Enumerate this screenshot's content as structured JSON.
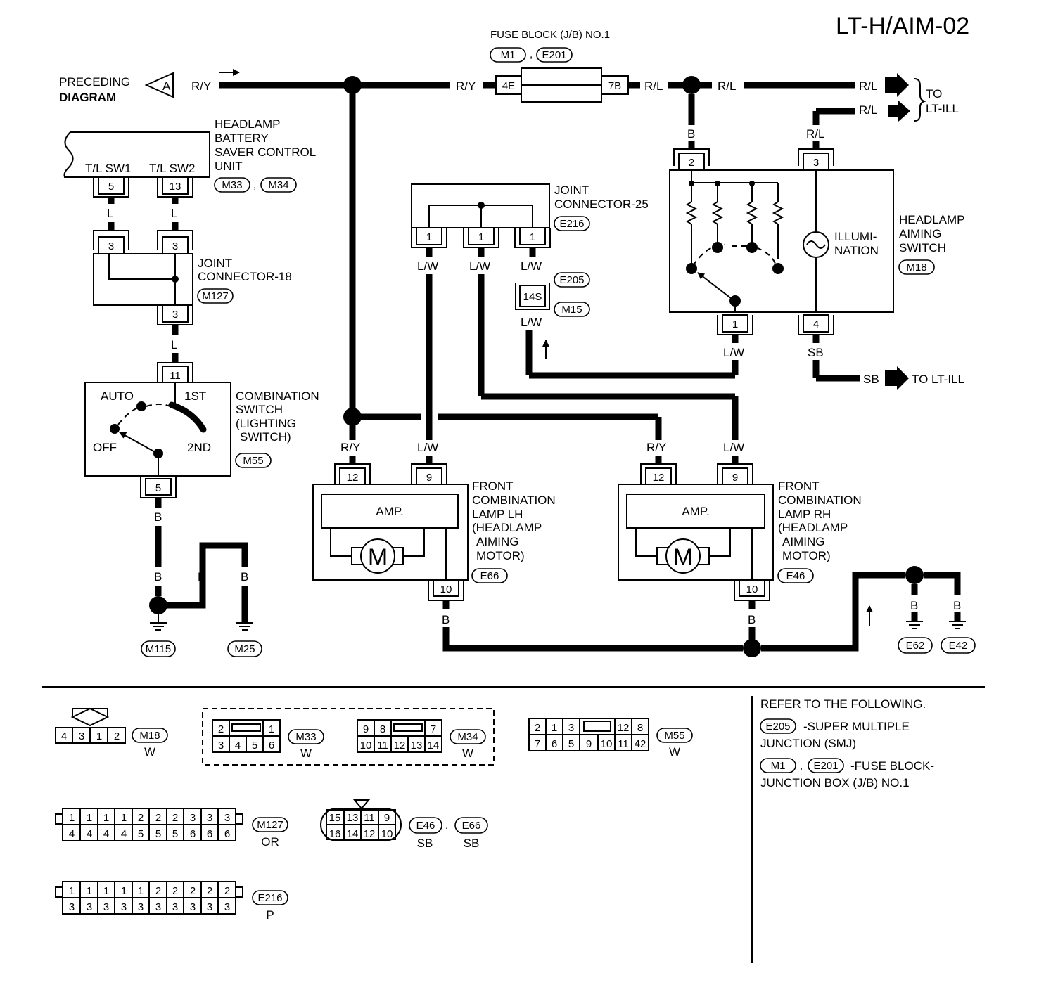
{
  "title": "LT-H/AIM-02",
  "fuse_block": {
    "name": "FUSE BLOCK (J/B) NO.1",
    "conn_a": "M1",
    "conn_b": "E201",
    "pin_in": "4E",
    "pin_out": "7B"
  },
  "preceding": {
    "line1": "PRECEDING",
    "line2": "DIAGRAM",
    "ref": "A"
  },
  "wires": {
    "ry": "R/Y",
    "rl": "R/L",
    "b": "B",
    "l": "L",
    "lw": "L/W",
    "sb": "SB"
  },
  "to_lt_ill": {
    "to": "TO",
    "target": "LT-ILL",
    "sb_label": "TO LT-ILL"
  },
  "saver_unit": {
    "lines": [
      "HEADLAMP",
      "BATTERY",
      "SAVER CONTROL",
      "UNIT"
    ],
    "sw1": "T/L SW1",
    "sw2": "T/L SW2",
    "pin1": "5",
    "pin2": "13",
    "conn_a": "M33",
    "conn_b": "M34"
  },
  "jc18": {
    "lines": [
      "JOINT",
      "CONNECTOR-18"
    ],
    "conn": "M127",
    "pin_a": "3",
    "pin_b": "3",
    "pin_c": "3"
  },
  "jc25": {
    "lines": [
      "JOINT",
      "CONNECTOR-25"
    ],
    "conn": "E216",
    "pins": [
      "1",
      "1",
      "1"
    ]
  },
  "smj": {
    "pin": "14S",
    "conn_a": "E205",
    "conn_b": "M15"
  },
  "aiming_switch": {
    "lines": [
      "HEADLAMP",
      "AIMING",
      "SWITCH"
    ],
    "conn": "M18",
    "illum": [
      "ILLUMI-",
      "NATION"
    ],
    "pins": [
      "2",
      "3",
      "1",
      "4"
    ]
  },
  "combo_switch": {
    "lines": [
      "COMBINATION",
      "SWITCH",
      "(LIGHTING",
      "SWITCH)"
    ],
    "conn": "M55",
    "auto": "AUTO",
    "first": "1ST",
    "off": "OFF",
    "second": "2ND",
    "pin_top": "11",
    "pin_bottom": "5"
  },
  "lamp_lh": {
    "lines": [
      "FRONT",
      "COMBINATION",
      "LAMP LH",
      "(HEADLAMP",
      "AIMING",
      "MOTOR)"
    ],
    "conn": "E66",
    "amp": "AMP.",
    "motor": "M",
    "pins": [
      "12",
      "9",
      "10"
    ]
  },
  "lamp_rh": {
    "lines": [
      "FRONT",
      "COMBINATION",
      "LAMP RH",
      "(HEADLAMP",
      "AIMING",
      "MOTOR)"
    ],
    "conn": "E46",
    "amp": "AMP.",
    "motor": "M",
    "pins": [
      "12",
      "9",
      "10"
    ]
  },
  "grounds": [
    "M115",
    "M25",
    "E62",
    "E42"
  ],
  "refer": {
    "heading": "REFER TO THE FOLLOWING.",
    "item1_conn": "E205",
    "item1_text": [
      "-SUPER MULTIPLE",
      "JUNCTION (SMJ)"
    ],
    "item2_conn_a": "M1",
    "item2_conn_b": "E201",
    "item2_text": [
      "-FUSE BLOCK-",
      "JUNCTION BOX (J/B) NO.1"
    ]
  },
  "connector_faces": {
    "m18": {
      "conn": "M18",
      "color": "W",
      "row": [
        "4",
        "3",
        "1",
        "2"
      ]
    },
    "m33": {
      "conn": "M33",
      "color": "W",
      "top": [
        "2",
        "1"
      ],
      "bottom": [
        "3",
        "4",
        "5",
        "6"
      ]
    },
    "m34": {
      "conn": "M34",
      "color": "W",
      "top": [
        "9",
        "8",
        "7"
      ],
      "bottom": [
        "10",
        "11",
        "12",
        "13",
        "14"
      ]
    },
    "m55": {
      "conn": "M55",
      "color": "W",
      "top": [
        "2",
        "1",
        "3",
        "12",
        "8"
      ],
      "bottom": [
        "7",
        "6",
        "5",
        "9",
        "10",
        "11",
        "42"
      ]
    },
    "m127": {
      "conn": "M127",
      "color": "OR",
      "top": [
        "1",
        "1",
        "1",
        "1",
        "2",
        "2",
        "2",
        "3",
        "3",
        "3"
      ],
      "bottom": [
        "4",
        "4",
        "4",
        "4",
        "5",
        "5",
        "5",
        "6",
        "6",
        "6"
      ]
    },
    "e46": {
      "conn_a": "E46",
      "color_a": "SB",
      "conn_b": "E66",
      "color_b": "SB",
      "top": [
        "15",
        "13",
        "11",
        "9"
      ],
      "bottom": [
        "16",
        "14",
        "12",
        "10"
      ]
    },
    "e216": {
      "conn": "E216",
      "color": "P",
      "top": [
        "1",
        "1",
        "1",
        "1",
        "1",
        "2",
        "2",
        "2",
        "2",
        "2"
      ],
      "bottom": [
        "3",
        "3",
        "3",
        "3",
        "3",
        "3",
        "3",
        "3",
        "3",
        "3"
      ]
    }
  }
}
